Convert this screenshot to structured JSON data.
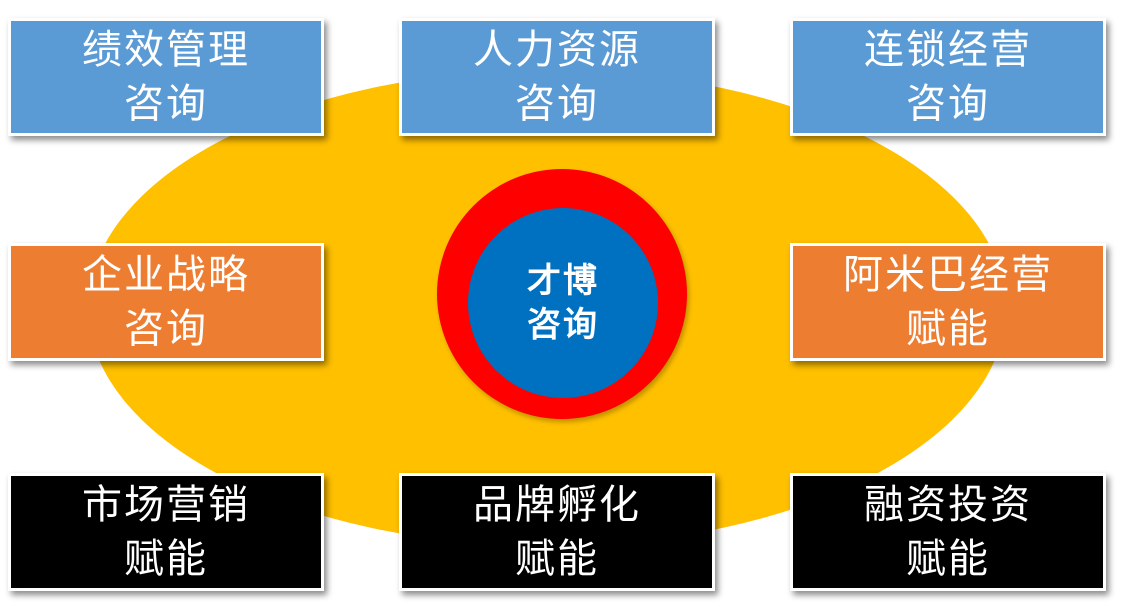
{
  "center": {
    "line1": "才博",
    "line2": "咨询"
  },
  "boxes": [
    {
      "line1": "绩效管理",
      "line2": "咨询"
    },
    {
      "line1": "人力资源",
      "line2": "咨询"
    },
    {
      "line1": "连锁经营",
      "line2": "咨询"
    },
    {
      "line1": "企业战略",
      "line2": "咨询"
    },
    {
      "line1": "阿米巴经营",
      "line2": "赋能"
    },
    {
      "line1": "市场营销",
      "line2": "赋能"
    },
    {
      "line1": "品牌孵化",
      "line2": "赋能"
    },
    {
      "line1": "融资投资",
      "line2": "赋能"
    }
  ],
  "colors": {
    "ellipse": "#FFC000",
    "outer_circle": "#FF0000",
    "inner_circle": "#0070C0",
    "box_blue": "#5B9BD5",
    "box_orange": "#ED7D31",
    "box_black": "#000000"
  }
}
